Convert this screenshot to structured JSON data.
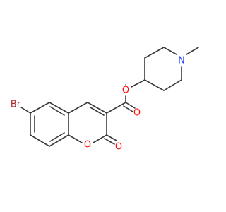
{
  "molecule": {
    "atoms": {
      "br": {
        "label": "Br",
        "color": "#a52a2a"
      },
      "o_ring": {
        "label": "O",
        "color": "#ff0d0d"
      },
      "o_carbonyl_ring": {
        "label": "O",
        "color": "#ff0d0d"
      },
      "o_carbonyl_ester": {
        "label": "O",
        "color": "#ff0d0d"
      },
      "o_ester": {
        "label": "O",
        "color": "#ff0d0d"
      },
      "n": {
        "label": "N",
        "color": "#1f3fff"
      }
    },
    "bond_color": "#3a3a3a"
  }
}
